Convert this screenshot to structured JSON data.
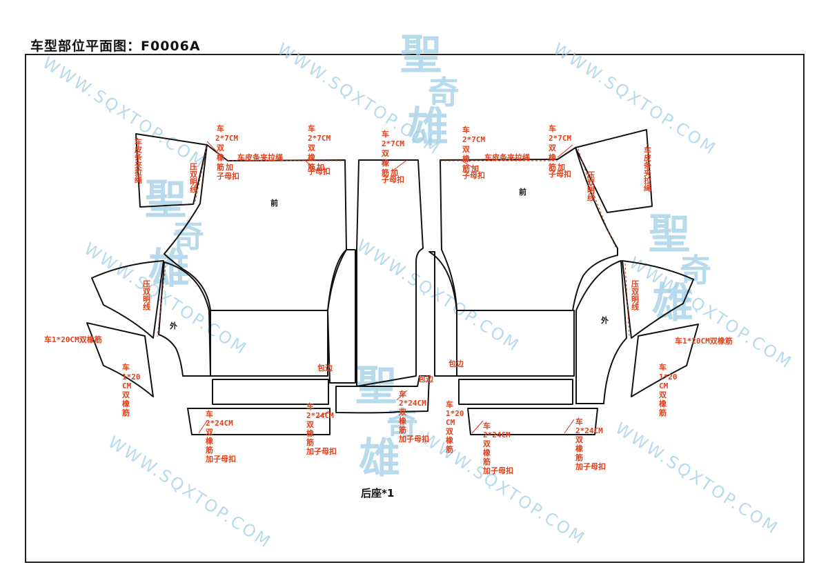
{
  "title": "车型部位平面图：F0006A",
  "caption": "后座*1",
  "watermark": {
    "url": "WWW.SQXTOP.COM",
    "logo": [
      "聖",
      "奇",
      "雄"
    ]
  },
  "piece_labels": {
    "front": "前",
    "outer": "外",
    "edge": "包边"
  },
  "annotations": {
    "che": "车",
    "c27": "2*7CM",
    "shuang": "双",
    "xiang": "橡",
    "jin": "筋",
    "jia": "加",
    "zimukou": "子母扣",
    "jiamukou": "加子母扣",
    "pitiao_lines": [
      "车皮条夹拉绳",
      "车皮条夹拉绳"
    ],
    "pitiao_vertical": "车皮条夹拉绳",
    "yashuang": "压双明线",
    "c120_line": "车1*20CM双橡筋",
    "c120": "1*20",
    "cm": "CM",
    "c224": "2*24CM"
  },
  "colors": {
    "annotation": "#e2401a",
    "outline": "#111111",
    "watermark": "#9fd0e6"
  }
}
